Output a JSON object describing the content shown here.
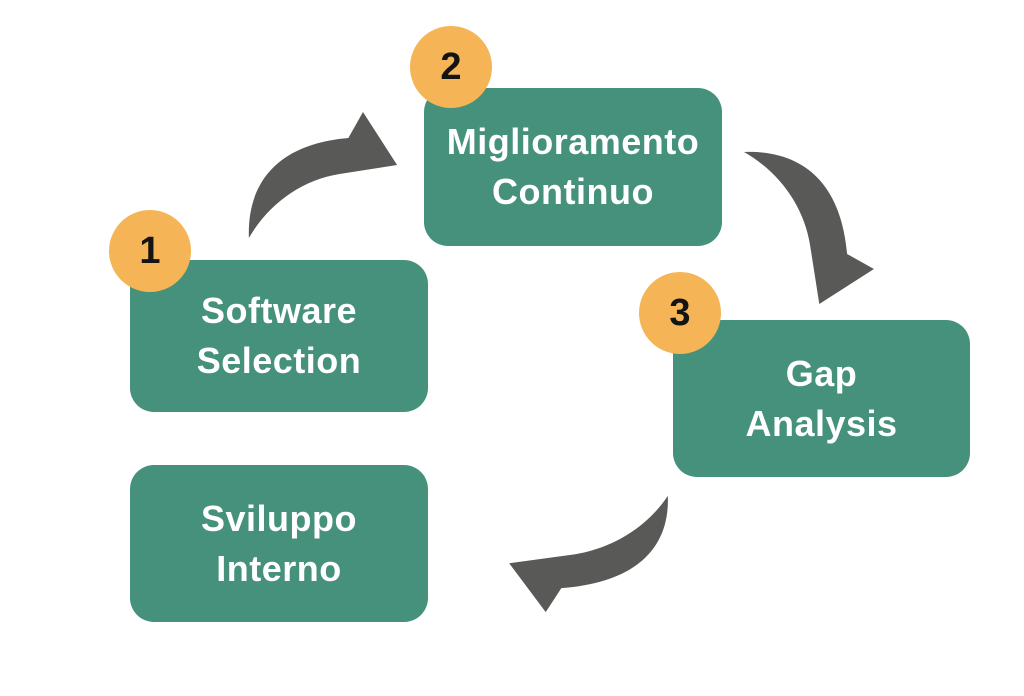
{
  "colors": {
    "canvas_bg": "#ffffff",
    "box_bg": "#45917B",
    "box_text": "#ffffff",
    "badge_bg": "#F5B455",
    "badge_text": "#141414",
    "arrow_fill": "#595957"
  },
  "steps": [
    {
      "number": "1",
      "lines": [
        "Software",
        "Selection"
      ]
    },
    {
      "number": "2",
      "lines": [
        "Miglioramento",
        "Continuo"
      ]
    },
    {
      "number": "3",
      "lines": [
        "Gap",
        "Analysis"
      ]
    },
    {
      "number": "",
      "lines": [
        "Sviluppo",
        "Interno"
      ]
    }
  ],
  "arrows": [
    {
      "name": "arrow-step1-to-step2",
      "direction": "up-right"
    },
    {
      "name": "arrow-step2-to-step3",
      "direction": "down"
    },
    {
      "name": "arrow-step3-to-step4",
      "direction": "left"
    }
  ]
}
